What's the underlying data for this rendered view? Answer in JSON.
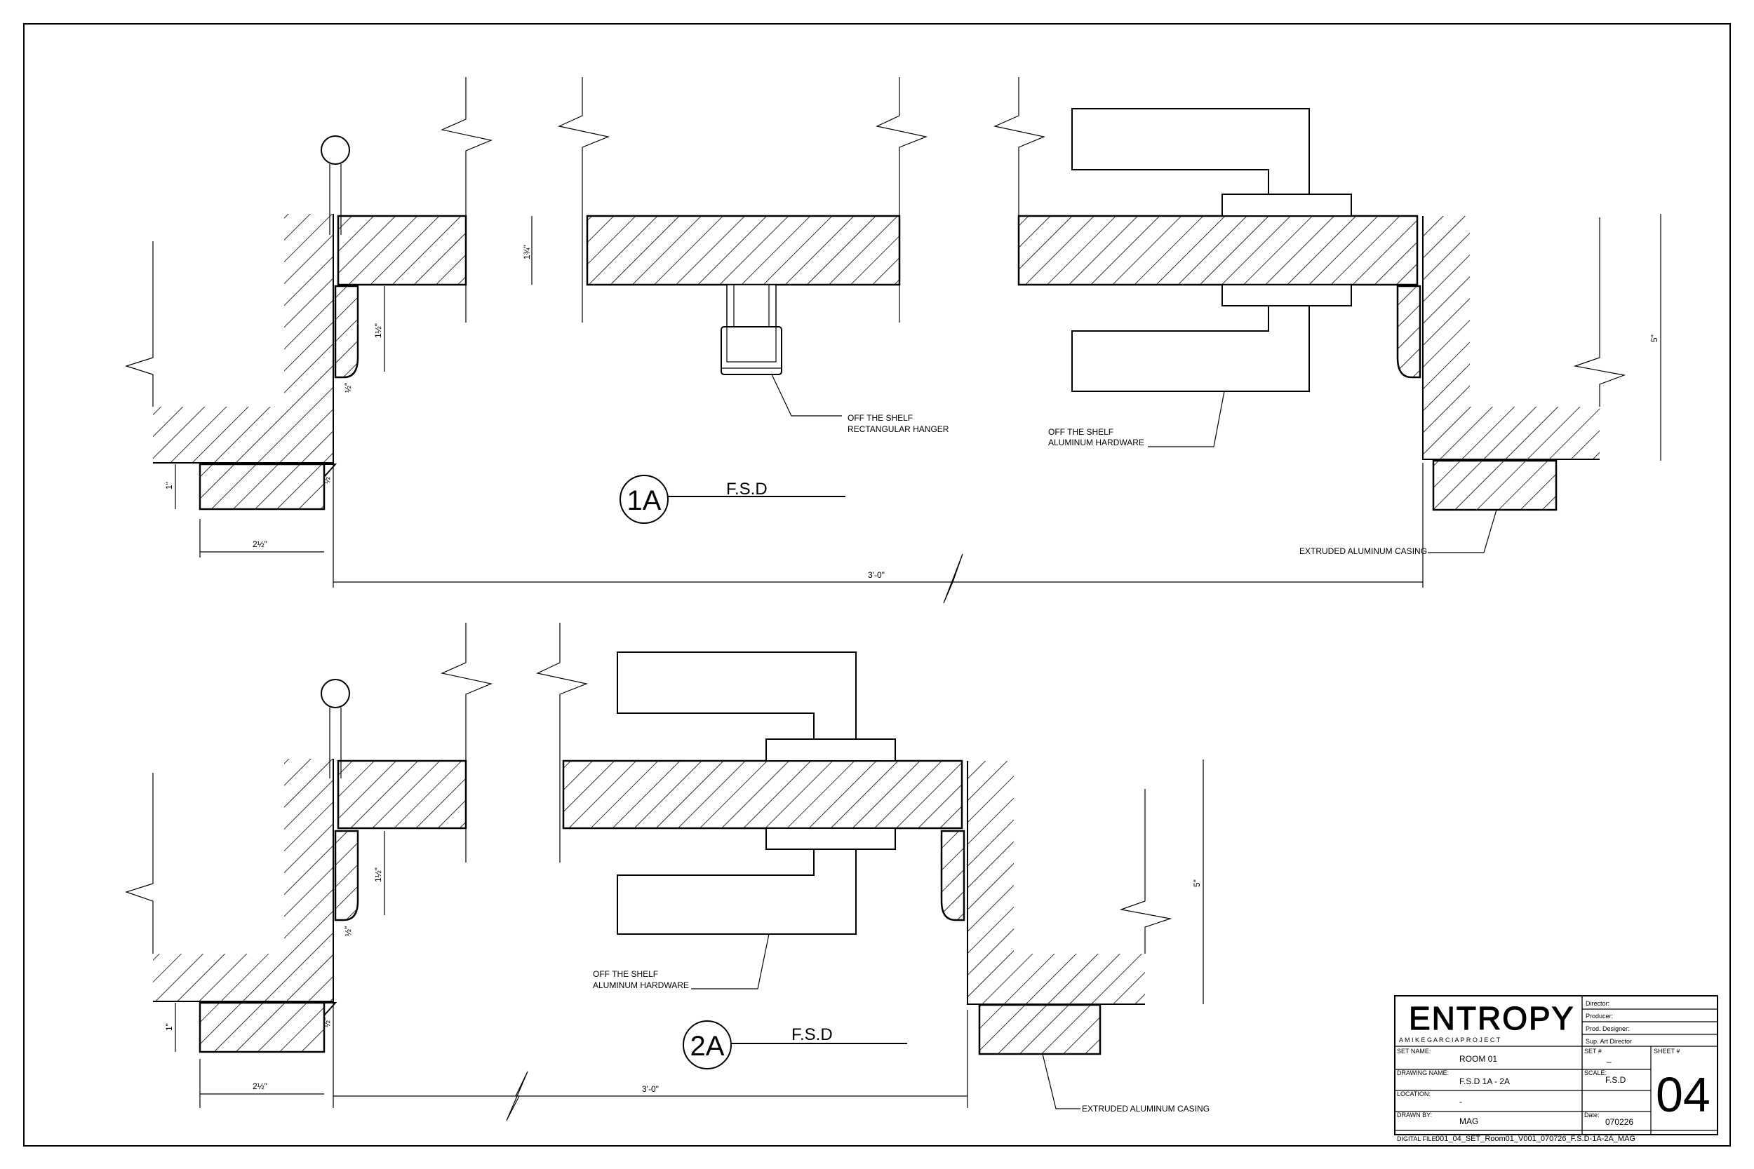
{
  "detail_1a": {
    "bubble": "1A",
    "title": "F.S.D",
    "note_hanger": [
      "OFF THE SHELF",
      "RECTANGULAR HANGER"
    ],
    "note_hardware": [
      "OFF THE SHELF",
      "ALUMINUM HARDWARE"
    ],
    "note_casing": "EXTRUDED ALUMINUM CASING",
    "dims": {
      "thickness": "1¾\"",
      "trim_depth": "1½\"",
      "reveal": "½\"",
      "casing_gap": "½\"",
      "casing_thick": "1\"",
      "casing_width": "2½\"",
      "span": "3'-0\"",
      "wall_depth": "5\""
    }
  },
  "detail_2a": {
    "bubble": "2A",
    "title": "F.S.D",
    "note_hardware": [
      "OFF THE SHELF",
      "ALUMINUM HARDWARE"
    ],
    "note_casing": "EXTRUDED ALUMINUM CASING",
    "dims": {
      "trim_depth": "1½\"",
      "reveal": "½\"",
      "casing_gap": "½\"",
      "casing_thick": "1\"",
      "casing_width": "2½\"",
      "span": "3'-0\"",
      "wall_depth": "5\""
    }
  },
  "title_block": {
    "logo": "ENTROPY",
    "tagline": "A  M I K E   G A R C I A   P R O J E C T",
    "director_label": "Director:",
    "producer_label": "Producer:",
    "designer_label": "Prod. Designer:",
    "art_director_label": "Sup. Art Director",
    "set_name_label": "SET NAME:",
    "set_name": "ROOM 01",
    "set_no_label": "SET #",
    "set_no": "–",
    "sheet_label": "SHEET #",
    "sheet_no": "04",
    "drawing_name_label": "DRAWING NAME:",
    "drawing_name": "F.S.D 1A - 2A",
    "scale_label": "SCALE:",
    "scale": "F.S.D",
    "location_label": "LOCATION:",
    "location": "-",
    "drawn_by_label": "DRAWN BY:",
    "drawn_by": "MAG",
    "date_label": "Date:",
    "date": "070226",
    "digital_file_label": "DIGITAL FILE:",
    "digital_file": "001_04_SET_Room01_V001_070726_F.S.D-1A-2A_MAG"
  }
}
